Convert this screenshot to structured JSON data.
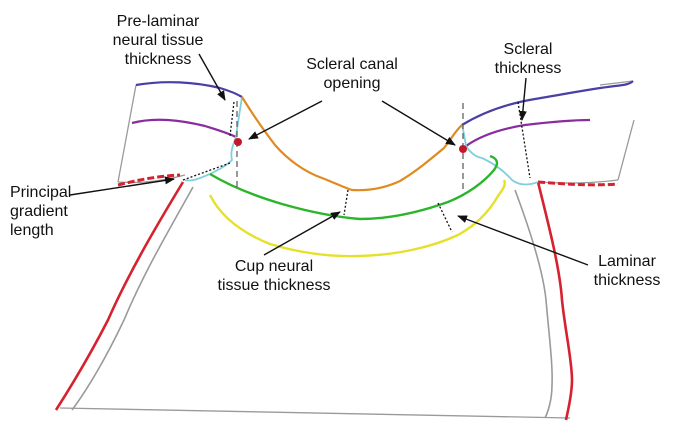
{
  "labels": {
    "prelaminar": "Pre-laminar\nneural tissue\nthickness",
    "scleral_canal": "Scleral canal\nopening",
    "scleral_thickness": "Scleral\nthickness",
    "principal_gradient": "Principal\ngradient\nlength",
    "cup_neural": "Cup neural\ntissue thickness",
    "laminar": "Laminar\nthickness"
  },
  "colors": {
    "sclera_top": "#4a3fa5",
    "sclera_inner": "#8a2ca0",
    "scleral_flange": "#d6222e",
    "outline": "#9a9a9a",
    "canal_wall": "#7fd0dc",
    "cup_surface": "#e08a22",
    "lamina_anterior": "#2bb52b",
    "lamina_posterior": "#e6e02a",
    "marker": "#c4182a",
    "annotation": "#111111"
  }
}
